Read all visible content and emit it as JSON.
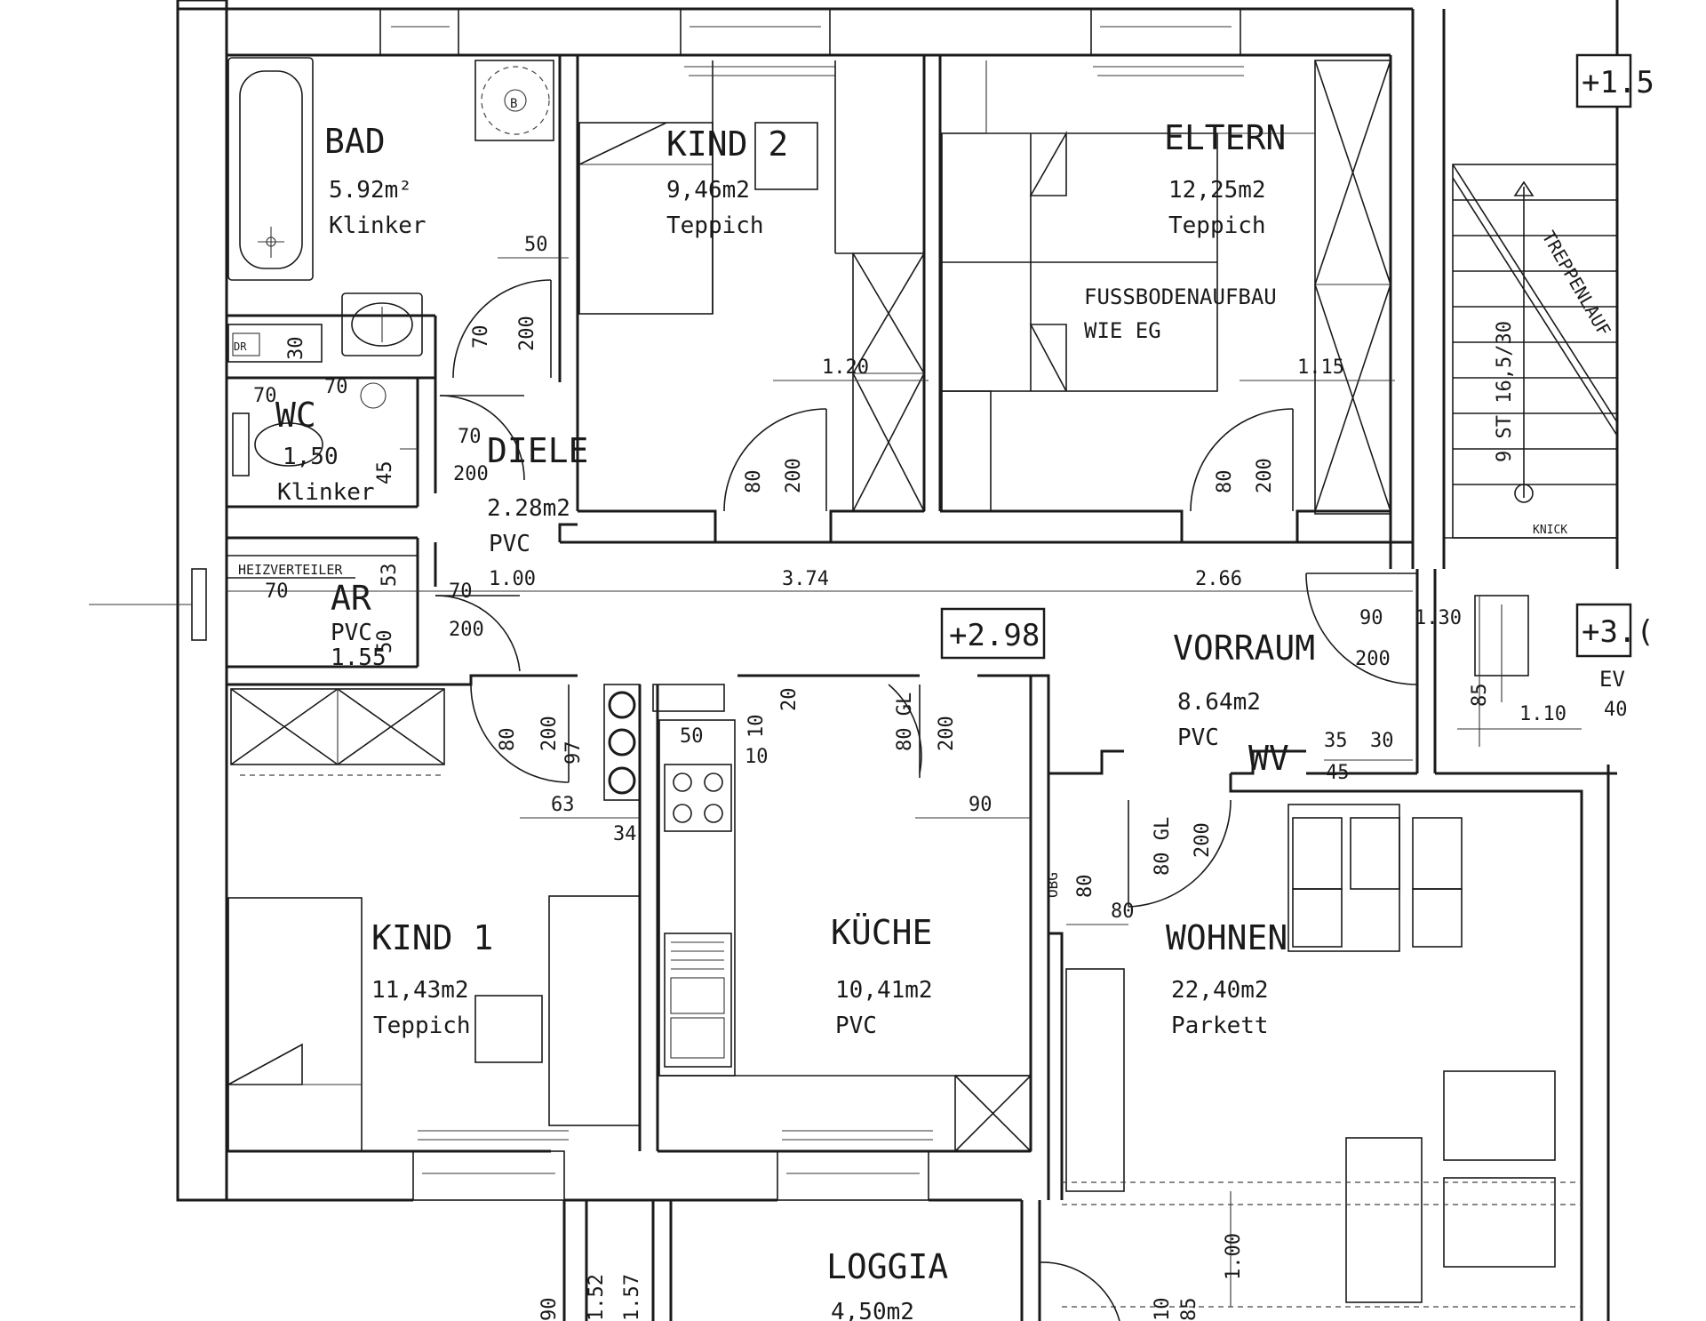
{
  "rooms": {
    "bad": {
      "name": "BAD",
      "area": "5.92m²",
      "floor": "Klinker"
    },
    "kind2": {
      "name": "KIND 2",
      "area": "9,46m2",
      "floor": "Teppich"
    },
    "eltern": {
      "name": "ELTERN",
      "area": "12,25m2",
      "floor": "Teppich"
    },
    "wc": {
      "name": "WC",
      "area": "1,50",
      "floor": "Klinker"
    },
    "diele": {
      "name": "DIELE",
      "area": "2.28m2",
      "floor": "PVC"
    },
    "ar": {
      "name": "AR",
      "floor": "PVC",
      "area": "1.55"
    },
    "vorraum": {
      "name": "VORRAUM",
      "area": "8.64m2",
      "floor": "PVC"
    },
    "kind1": {
      "name": "KIND 1",
      "area": "11,43m2",
      "floor": "Teppich"
    },
    "kueche": {
      "name": "KÜCHE",
      "area": "10,41m2",
      "floor": "PVC"
    },
    "wohnen": {
      "name": "WOHNEN",
      "area": "22,40m2",
      "floor": "Parkett"
    },
    "loggia": {
      "name": "LOGGIA",
      "area": "4,50m2"
    }
  },
  "notes": {
    "fussboden_1": "FUSSBODENAUFBAU",
    "fussboden_2": "WIE EG",
    "heizverteiler": "HEIZVERTEILER",
    "wv": "WV",
    "treppen": "TREPPENLAUF",
    "stair_count": "9 ST 16,5/30",
    "ev": "EV",
    "b": "B",
    "dr": "DR",
    "obg": "OBG",
    "knick": "KNICK"
  },
  "levels": {
    "main": "+2.98",
    "top_right": "+1.5",
    "mid_right": "+3.("
  },
  "dimensions": {
    "d50a": "50",
    "d70a": "70",
    "d200a": "200",
    "d30a": "30",
    "d70b": "70",
    "d70c": "70",
    "d45": "45",
    "d70d": "70",
    "d200b": "200",
    "d120": "1.20",
    "d80a": "80",
    "d200c": "200",
    "d115": "1.15",
    "d80b": "80",
    "d200d": "200",
    "d374": "3.74",
    "d266": "2.66",
    "d90a": "90",
    "d130": "1.30",
    "d200e": "200",
    "d53": "53",
    "d70e": "70",
    "d50b": "50",
    "d70f": "70",
    "d100a": "1.00",
    "d200f": "200",
    "d85": "85",
    "d110": "1.10",
    "d40": "40",
    "d80c": "80",
    "d200g": "200",
    "d97": "97",
    "d63": "63",
    "d34": "34",
    "d50c": "50",
    "d10a": "10",
    "d10b": "10",
    "d20": "20",
    "d80gl": "80 GL",
    "d200h": "200",
    "d90b": "90",
    "d35": "35",
    "d30b": "30",
    "d45b": "45",
    "d80gl2": "80 GL",
    "d200i": "200",
    "d80d": "80",
    "d80e": "80",
    "d100b": "1.00",
    "d90c": "90",
    "d152": "1.52",
    "d157": "1.57",
    "d10c": "10",
    "d85b": "85"
  }
}
